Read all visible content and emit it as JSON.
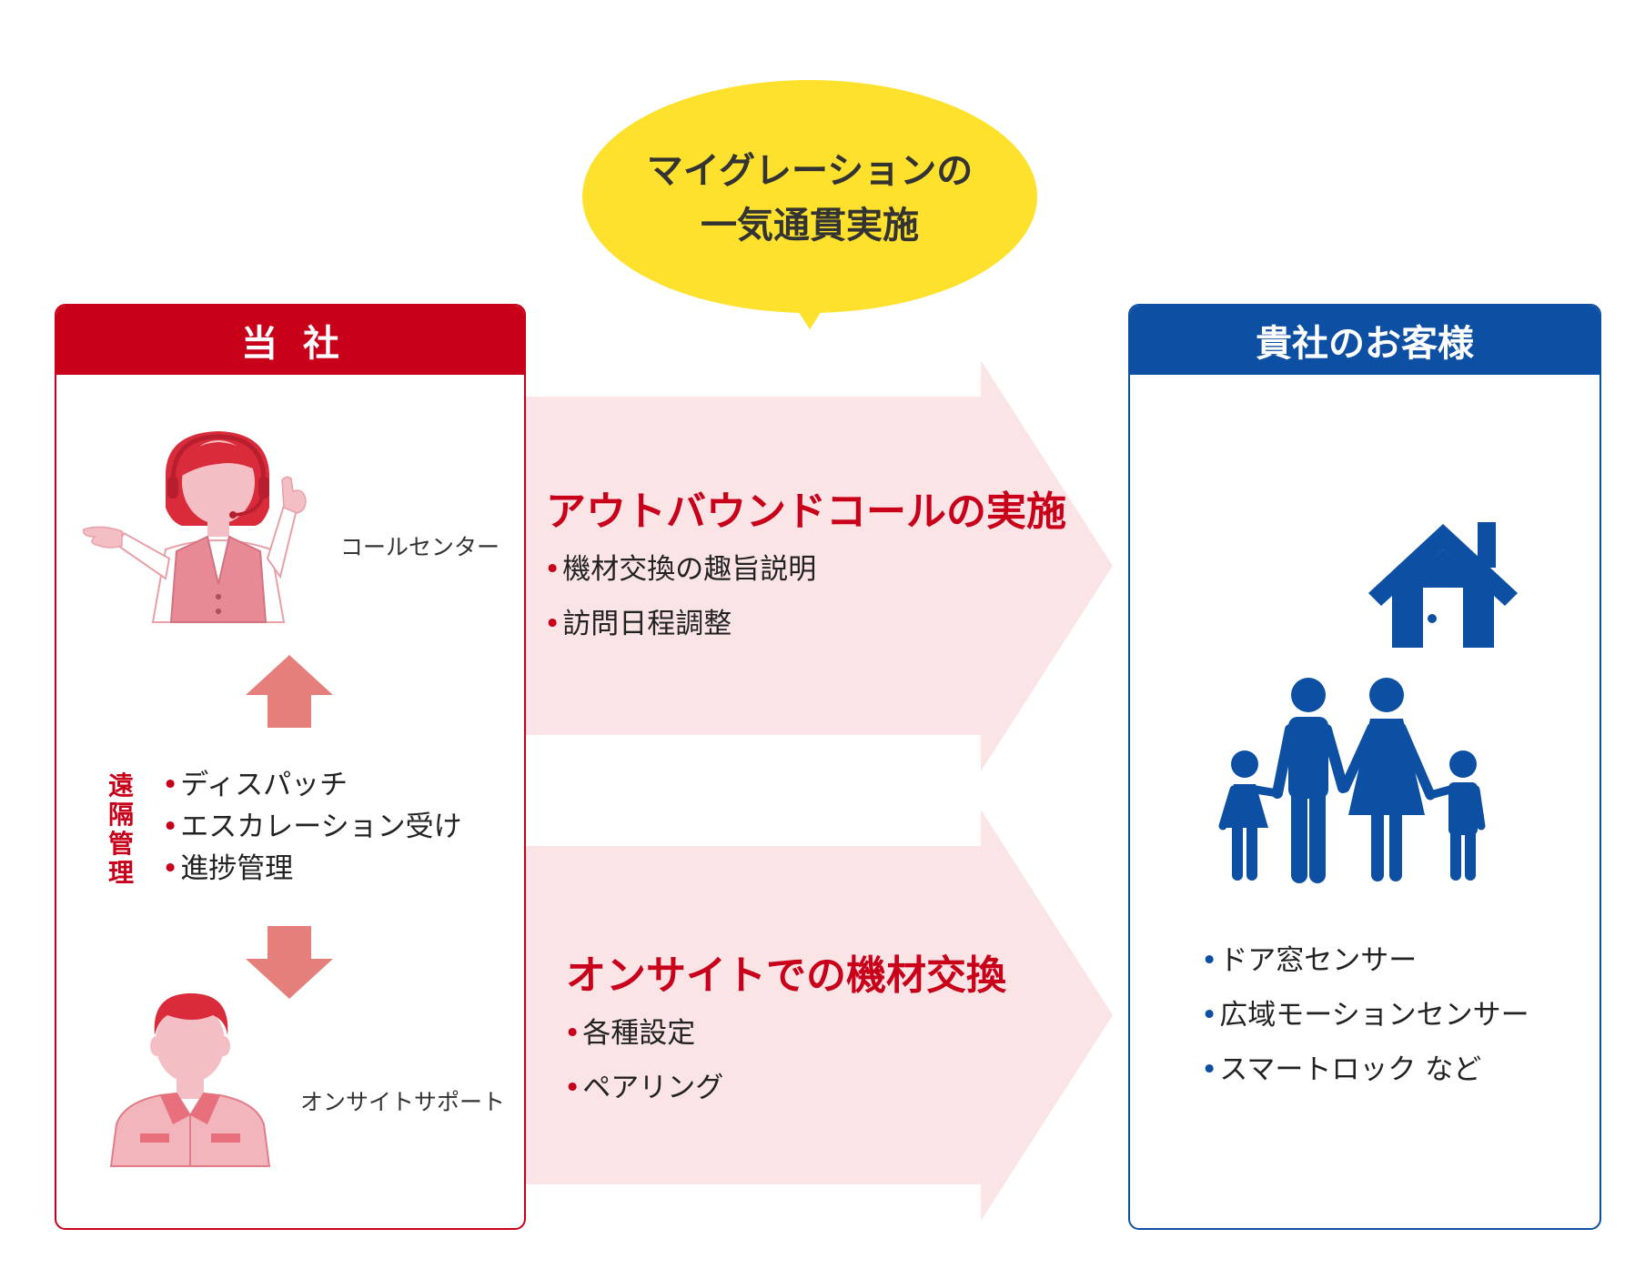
{
  "bubble": {
    "line1": "マイグレーションの",
    "line2": "一気通貫実施",
    "color": "#fde12d"
  },
  "left_panel": {
    "title": "当社",
    "roles": {
      "call_center": "コールセンター",
      "onsite_support": "オンサイトサポート"
    },
    "remote_label": "遠隔管理",
    "remote_items": [
      "ディスパッチ",
      "エスカレーション受け",
      "進捗管理"
    ],
    "accent_color": "#c8001a"
  },
  "flows": [
    {
      "title": "アウトバウンドコールの実施",
      "items": [
        "機材交換の趣旨説明",
        "訪問日程調整"
      ]
    },
    {
      "title": "オンサイトでの機材交換",
      "items": [
        "各種設定",
        "ペアリング"
      ]
    }
  ],
  "right_panel": {
    "title": "貴社のお客様",
    "items": [
      "ドア窓センサー",
      "広域モーションセンサー",
      "スマートロック など"
    ],
    "accent_color": "#0d4fa2"
  },
  "icons": [
    "headset-operator-icon",
    "arrow-up-icon",
    "arrow-down-icon",
    "technician-icon",
    "house-icon",
    "family-icon"
  ]
}
